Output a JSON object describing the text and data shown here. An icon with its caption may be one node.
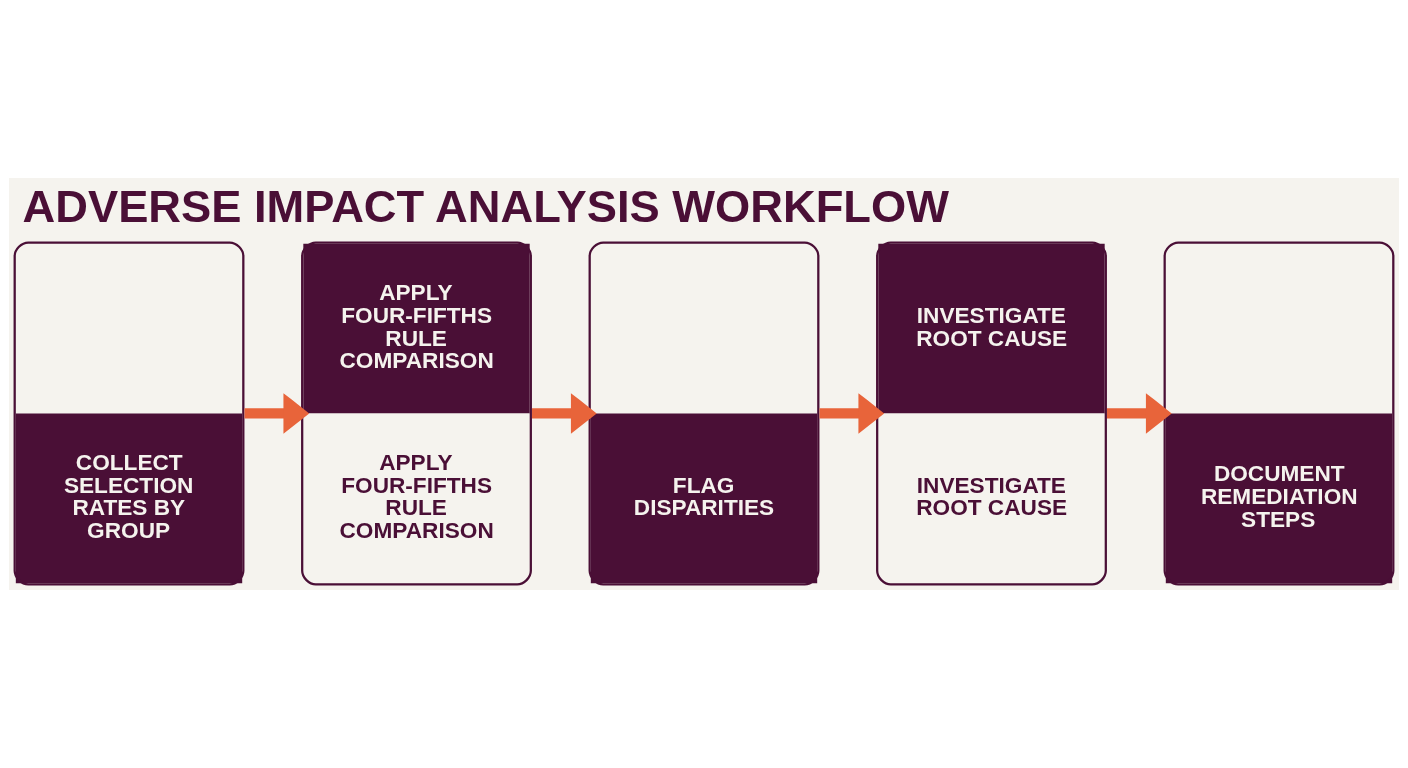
{
  "diagram": {
    "title": "ADVERSE IMPACT ANALYSIS WORKFLOW",
    "nodes": [
      {
        "text": [
          "COLLECT SELECTION RATES BY GROUP"
        ]
      },
      {
        "text": [
          "APPLY FOUR-FIFTHS RULE COMPARISON",
          "APPLY FOUR-FIFTHS RULE COMPARISON"
        ]
      },
      {
        "text": [
          "FLAG DISPARITIES"
        ]
      },
      {
        "text": [
          "INVESTIGATE ROOT CAUSE",
          "INVESTIGATE ROOT CAUSE"
        ]
      },
      {
        "text": [
          "DOCUMENT REMEDIATION STEPS"
        ]
      }
    ],
    "edges": [
      {
        "from": 0,
        "to": 1,
        "arrow": "to"
      },
      {
        "from": 1,
        "to": 2,
        "arrow": "to"
      },
      {
        "from": 2,
        "to": 3,
        "arrow": "to"
      },
      {
        "from": 3,
        "to": 4,
        "arrow": "to"
      }
    ]
  }
}
